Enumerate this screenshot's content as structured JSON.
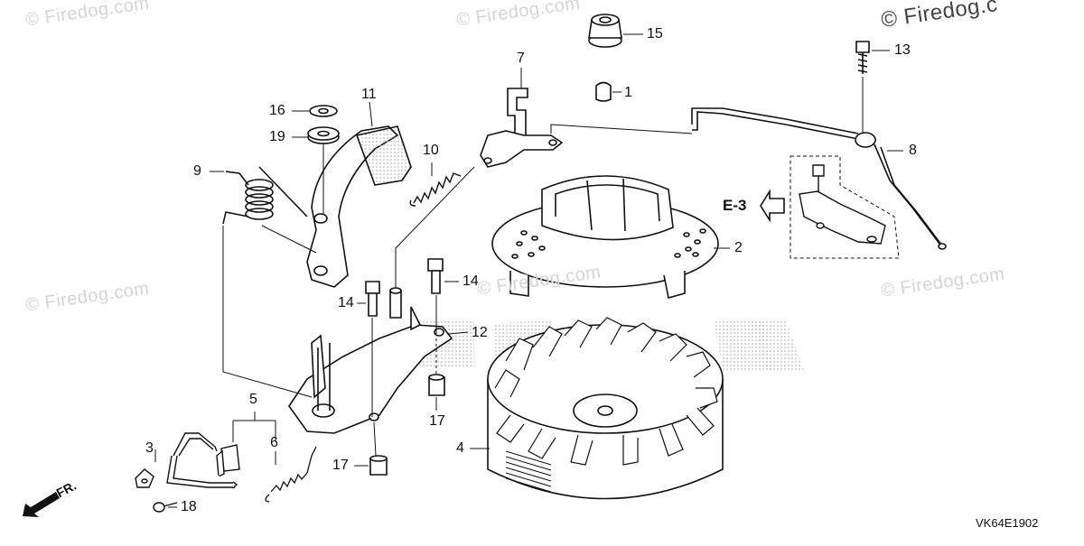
{
  "watermarks": {
    "text": "© Firedog.com",
    "corner": "© Firedog.c"
  },
  "reference": "E-3",
  "diagram_code": "VK64E1902",
  "direction_label": "FR.",
  "callouts": [
    "1",
    "2",
    "3",
    "4",
    "5",
    "6",
    "7",
    "8",
    "9",
    "10",
    "11",
    "12",
    "13",
    "14",
    "14",
    "15",
    "16",
    "17",
    "17",
    "18",
    "19"
  ]
}
